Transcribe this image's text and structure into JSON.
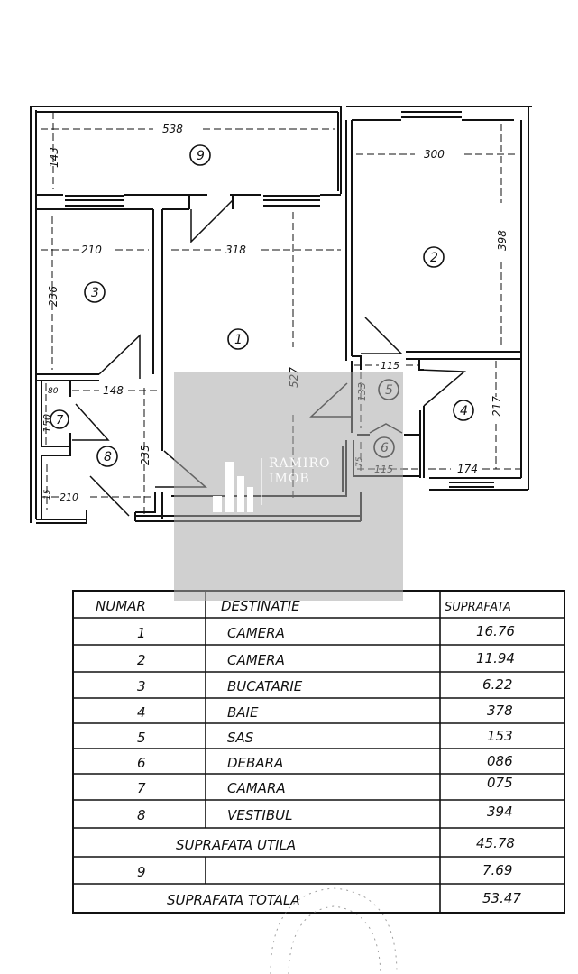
{
  "plan": {
    "rooms": [
      {
        "id": "1",
        "dims": {
          "width": "318",
          "length": "527"
        }
      },
      {
        "id": "2",
        "dims": {
          "width": "300",
          "length": "398"
        }
      },
      {
        "id": "3",
        "dims": {
          "width": "210",
          "length": "236"
        }
      },
      {
        "id": "4",
        "dims": {
          "width": "174",
          "length": "217"
        }
      },
      {
        "id": "5",
        "dims": {
          "width": "115",
          "length": "133"
        }
      },
      {
        "id": "6",
        "dims": {
          "width": "115",
          "length": "75"
        }
      },
      {
        "id": "7",
        "dims": {
          "width": "80",
          "length": "150"
        }
      },
      {
        "id": "8",
        "dims": {
          "width": "148",
          "length": "235"
        }
      },
      {
        "id": "9",
        "dims": {
          "width": "538",
          "length": "143"
        }
      }
    ],
    "extra_dims": {
      "d210b": "210",
      "d15": "15"
    }
  },
  "watermark": {
    "line1": "RAMIRO",
    "line2": "IMOB"
  },
  "table": {
    "headers": {
      "numar": "NUMAR",
      "destinatie": "DESTINATIE",
      "suprafata": "SUPRAFATA"
    },
    "rows": [
      {
        "nr": "1",
        "dest": "CAMERA",
        "sup": "16.76"
      },
      {
        "nr": "2",
        "dest": "CAMERA",
        "sup": "11.94"
      },
      {
        "nr": "3",
        "dest": "BUCATARIE",
        "sup": "6.22"
      },
      {
        "nr": "4",
        "dest": "BAIE",
        "sup": "378"
      },
      {
        "nr": "5",
        "dest": "SAS",
        "sup": "153"
      },
      {
        "nr": "6",
        "dest": "DEBARA",
        "sup": "086"
      },
      {
        "nr": "7",
        "dest": "CAMARA",
        "sup": "075"
      },
      {
        "nr": "8",
        "dest": "VESTIBUL",
        "sup": "394"
      }
    ],
    "utila": {
      "label": "SUPRAFATA UTILA",
      "value": "45.78"
    },
    "row9": {
      "nr": "9",
      "dest": "",
      "sup": "7.69"
    },
    "totala": {
      "label": "SUPRAFATA TOTALA",
      "value": "53.47"
    }
  }
}
